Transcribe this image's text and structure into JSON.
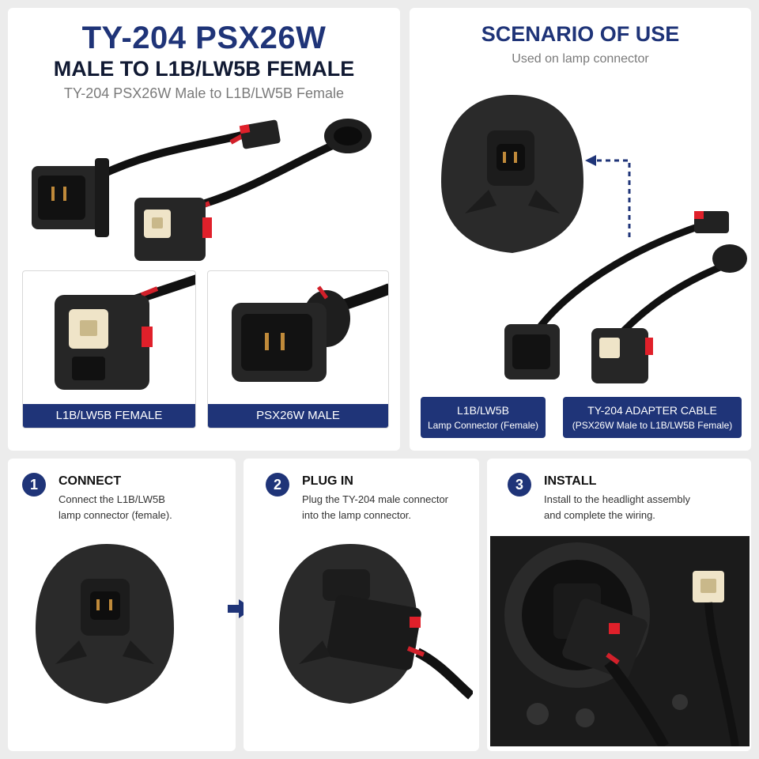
{
  "product": {
    "title": "TY-204 PSX26W",
    "subtitle": "MALE TO L1B/LW5B FEMALE",
    "caption": "TY-204 PSX26W Male to L1B/LW5B Female",
    "thumb_female_label": "L1B/LW5B FEMALE",
    "thumb_male_label": "PSX26W MALE"
  },
  "scenario": {
    "title": "SCENARIO OF USE",
    "subtitle": "Used on lamp connector",
    "label_lamp_line1": "L1B/LW5B",
    "label_lamp_line2": "Lamp Connector (Female)",
    "label_adapter_line1": "TY-204 ADAPTER CABLE",
    "label_adapter_line2": "(PSX26W Male to L1B/LW5B Female)"
  },
  "steps": [
    {
      "number": "1",
      "title": "CONNECT",
      "desc_line1": "Connect the L1B/LW5B",
      "desc_line2": "lamp connector (female)."
    },
    {
      "number": "2",
      "title": "PLUG IN",
      "desc_line1": "Plug the TY-204 male connector",
      "desc_line2": "into the lamp connector."
    },
    {
      "number": "3",
      "title": "INSTALL",
      "desc_line1": "Install to the headlight assembly",
      "desc_line2": "and complete the wiring."
    }
  ],
  "colors": {
    "navy": "#1f3478",
    "accent_red": "#e0202a",
    "plastic": "#2a2a2a"
  },
  "icons": {
    "arrow": "arrow-right-icon",
    "pointer": "dashed-arrow-icon"
  }
}
